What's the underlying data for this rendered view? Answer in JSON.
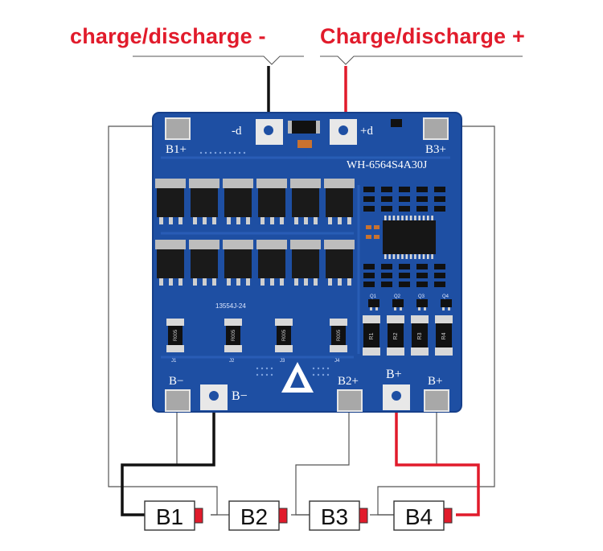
{
  "labels": {
    "neg_terminal": "charge/discharge -",
    "pos_terminal": "Charge/discharge +"
  },
  "board": {
    "model": "WH-6564S4A30J",
    "serial": "13554J-24",
    "pads": {
      "b1_plus": "B1+",
      "d_minus": "-d",
      "d_plus": "+d",
      "b3_plus": "B3+",
      "b_minus_left": "B−",
      "b_minus": "B−",
      "b2_plus": "B2+",
      "b_plus": "B+",
      "b_plus_right": "B+"
    },
    "resistor_codes": [
      "R005",
      "R005",
      "R005",
      "R005"
    ],
    "junction_labels": [
      "J1",
      "J2",
      "J3",
      "J4"
    ],
    "tvs_labels": [
      "R1",
      "R2",
      "R3",
      "R4"
    ],
    "transistor_labels": [
      "Q1",
      "Q2",
      "Q3",
      "Q4"
    ]
  },
  "cells": [
    "B1",
    "B2",
    "B3",
    "B4"
  ],
  "colors": {
    "pcb": "#1e4fa3",
    "pcb_edge": "#163f8a",
    "pad": "#a8a8a8",
    "negative_wire": "#111111",
    "positive_wire": "#e11b2b",
    "sense_wire": "#555555",
    "label_red": "#e11b2b",
    "cell_cap": "#e11b2b"
  }
}
